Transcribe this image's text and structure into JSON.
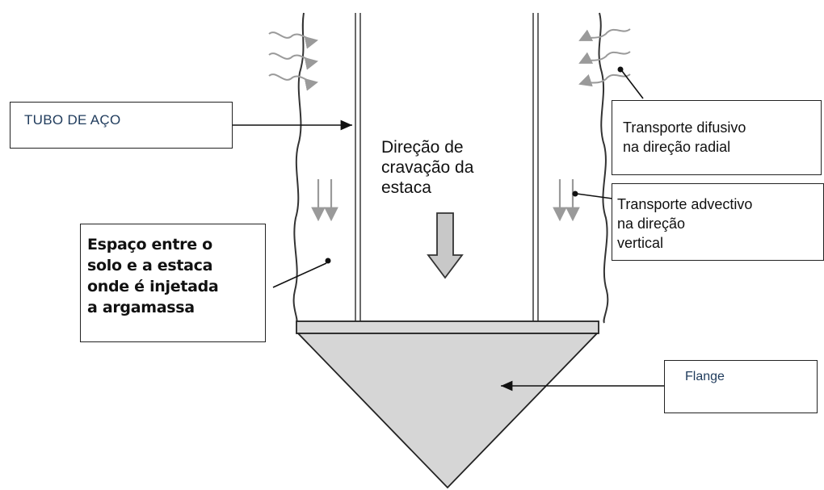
{
  "labels": {
    "tubo_de_aco": "TUBO DE AÇO",
    "transporte_difusivo": "Transporte difusivo\nna direção radial",
    "transporte_advectivo": "Transporte advectivo\nna direção\nvertical",
    "espaco_argamassa": "Espaço entre o\nsolo e a estaca\nonde é injetada\na argamassa",
    "direcao_cravacao": "Direção de\ncravação da\nestaca",
    "flange": "Flange"
  },
  "colors": {
    "line": "#222222",
    "arrow_gray": "#9a9a9a",
    "flange_fill": "#d6d6d6",
    "label_blue": "#1f3b5c"
  }
}
